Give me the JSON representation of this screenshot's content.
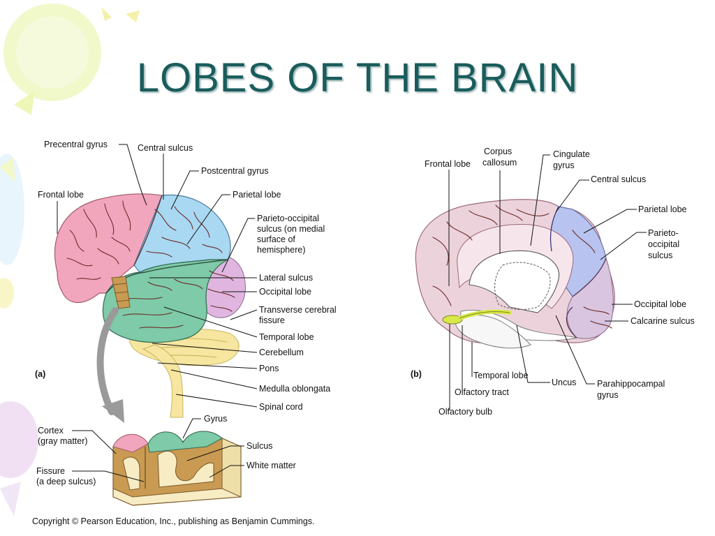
{
  "slide": {
    "title": "LOBES OF THE BRAIN",
    "copyright": "Copyright © Pearson Education, Inc., publishing as Benjamin Cummings.",
    "theme_colors": {
      "title": "#1a5c5c",
      "frontal": "#f2a6bd",
      "parietal": "#a9d8f2",
      "temporal": "#7fcaa8",
      "occipital": "#e0b6e0",
      "cerebellum": "#f7e6a0",
      "medial_base": "#ecd3db",
      "medial_parietal": "#b8c3ef",
      "medial_occipital": "#d9c5df",
      "olfactory": "#d8e84a",
      "block_white": "#f7ecc3",
      "block_gray": "#c99a52"
    }
  },
  "panel_a": {
    "tag": "(a)",
    "labels": {
      "precentral_gyrus": "Precentral gyrus",
      "central_sulcus": "Central sulcus",
      "postcentral_gyrus": "Postcentral gyrus",
      "frontal_lobe": "Frontal lobe",
      "parietal_lobe": "Parietal lobe",
      "parieto_occipital": [
        "Parieto-occipital",
        "sulcus (on medial",
        "surface of",
        "hemisphere)"
      ],
      "lateral_sulcus": "Lateral sulcus",
      "occipital_lobe": "Occipital lobe",
      "transverse_fissure": [
        "Transverse cerebral",
        "fissure"
      ],
      "temporal_lobe": "Temporal lobe",
      "cerebellum": "Cerebellum",
      "pons": "Pons",
      "medulla": "Medulla oblongata",
      "spinal_cord": "Spinal cord"
    }
  },
  "inset": {
    "labels": {
      "gyrus": "Gyrus",
      "cortex": [
        "Cortex",
        "(gray matter)"
      ],
      "sulcus": "Sulcus",
      "white_matter": "White matter",
      "fissure": [
        "Fissure",
        "(a deep sulcus)"
      ]
    }
  },
  "panel_b": {
    "tag": "(b)",
    "labels": {
      "frontal_lobe": "Frontal lobe",
      "corpus_callosum": [
        "Corpus",
        "callosum"
      ],
      "cingulate_gyrus": [
        "Cingulate",
        "gyrus"
      ],
      "central_sulcus": "Central sulcus",
      "parietal_lobe": "Parietal lobe",
      "parieto_occipital": [
        "Parieto-",
        "occipital",
        "sulcus"
      ],
      "occipital_lobe": "Occipital lobe",
      "calcarine_sulcus": "Calcarine sulcus",
      "temporal_lobe": "Temporal lobe",
      "uncus": "Uncus",
      "parahippocampal": [
        "Parahippocampal",
        "gyrus"
      ],
      "olfactory_tract": "Olfactory tract",
      "olfactory_bulb": "Olfactory bulb"
    }
  }
}
